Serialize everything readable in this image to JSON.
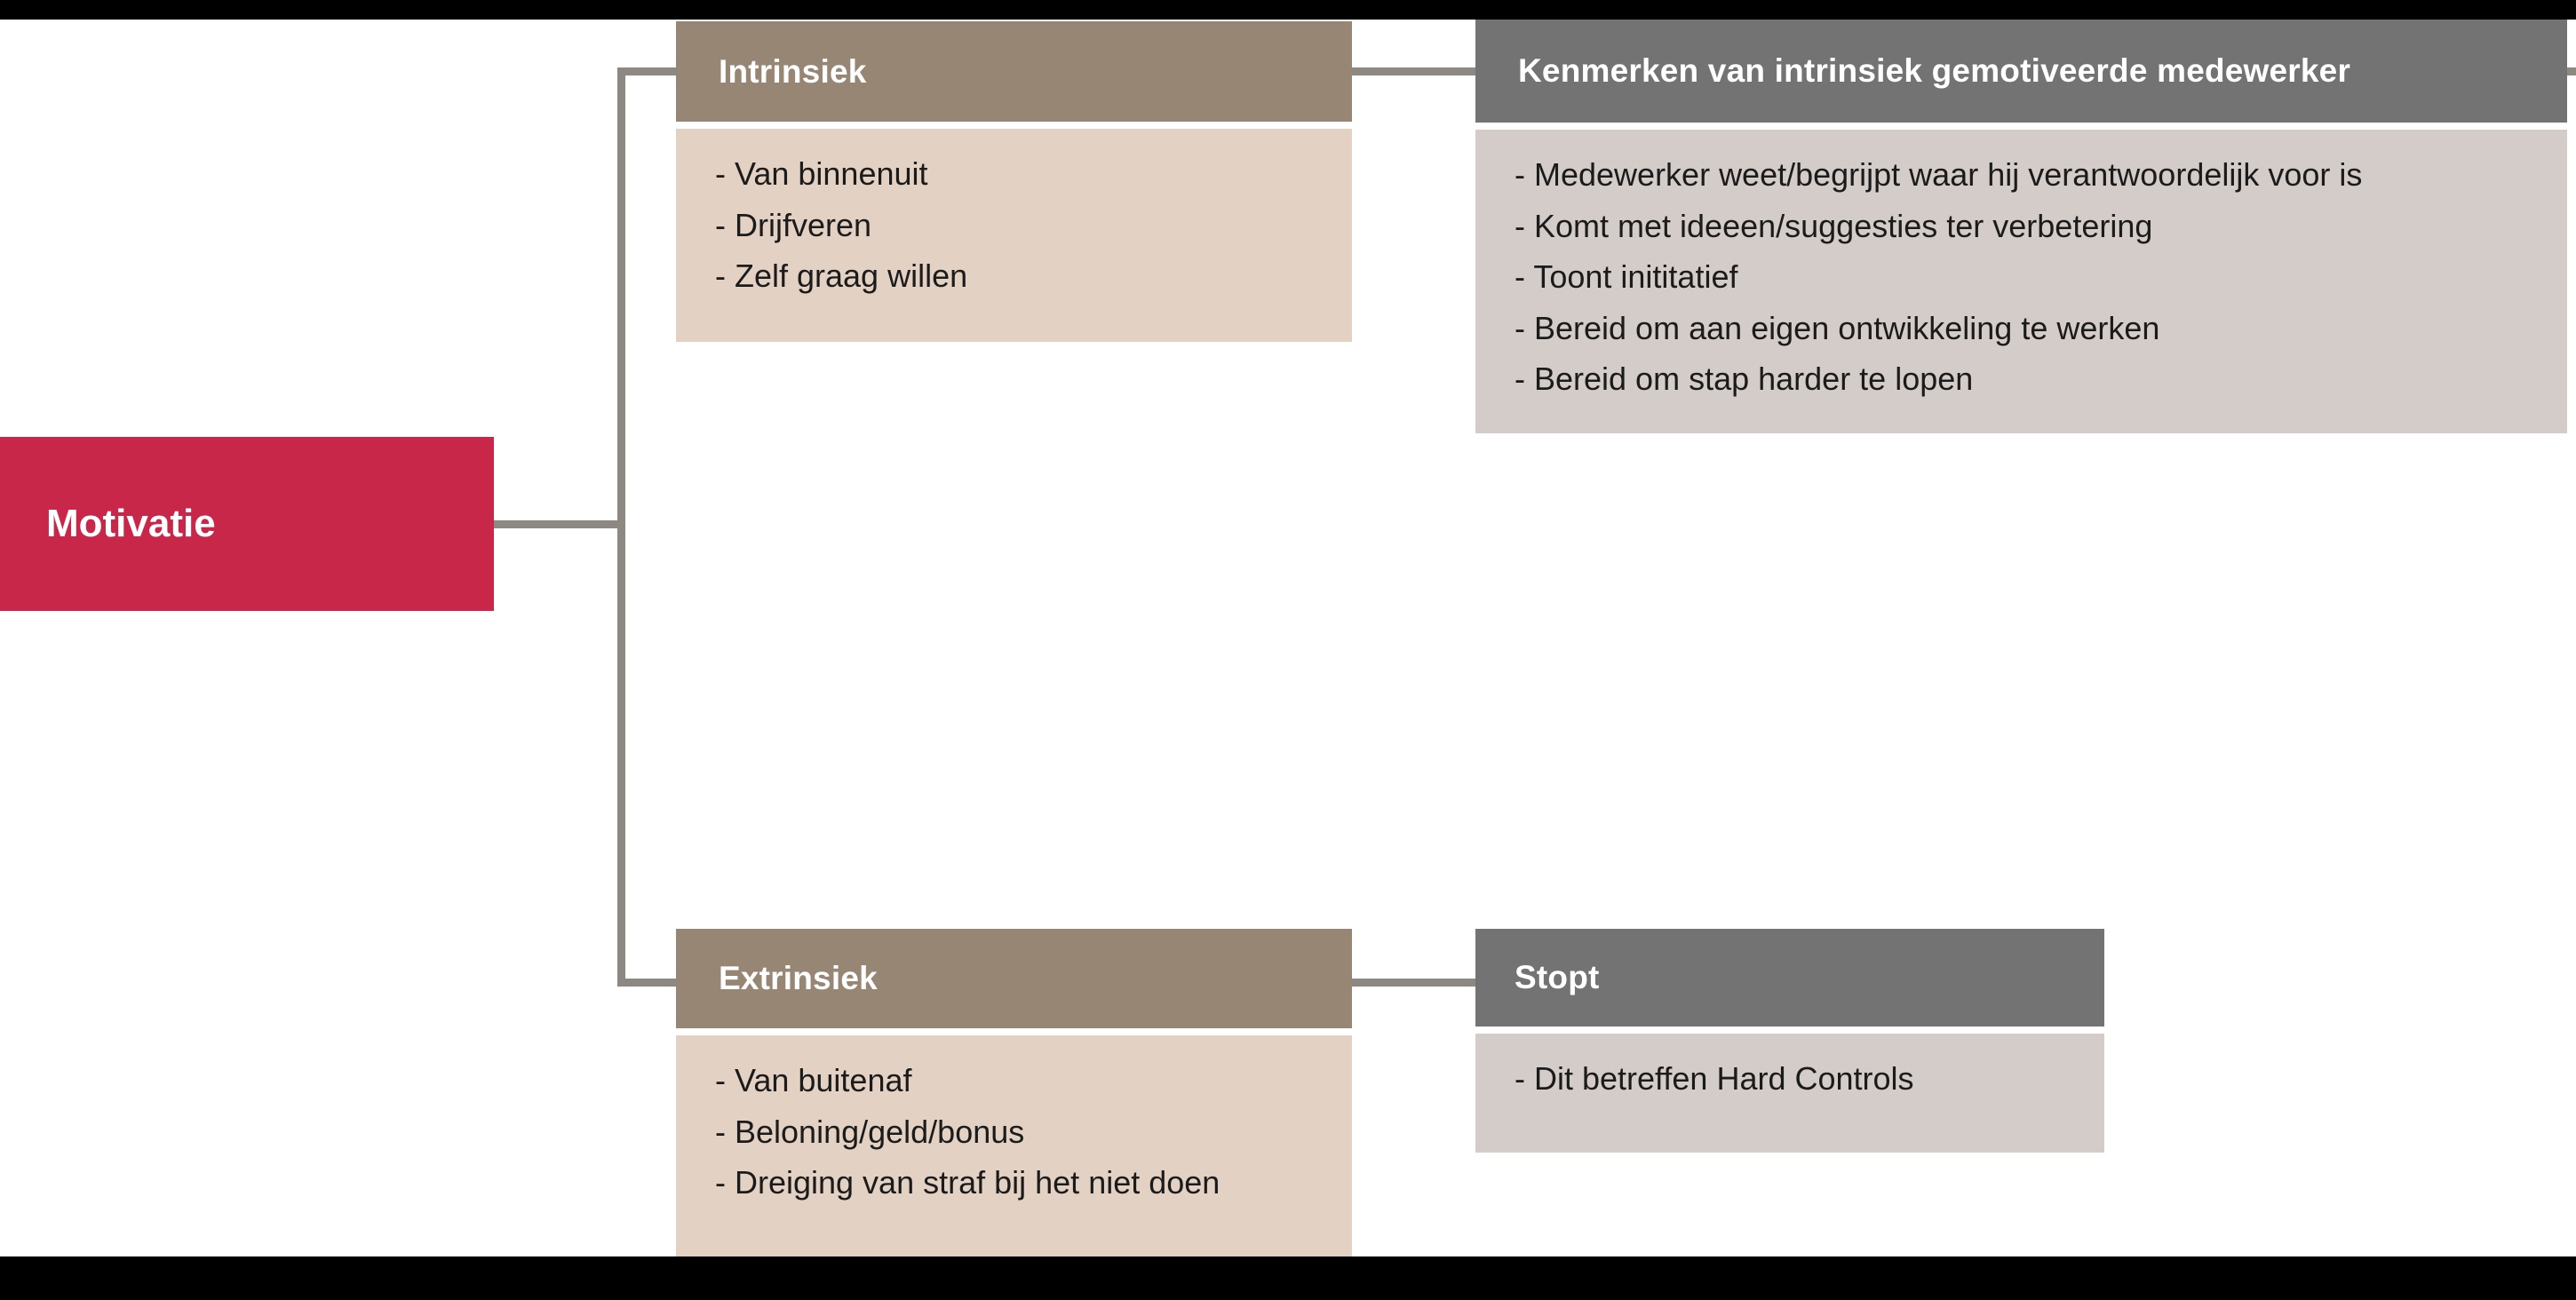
{
  "diagram": {
    "title": "Motivatie",
    "root": {
      "label": "Motivatie",
      "color": "#c9274a"
    },
    "branches": [
      {
        "id": "intrinsiek",
        "header": "Intrinsiek",
        "theme": "tan",
        "header_color": "#988675",
        "body_color": "#e3d2c3",
        "bullets": [
          "- Van binnenuit",
          "- Drijfveren",
          "- Zelf graag willen"
        ],
        "child": {
          "id": "kenmerken",
          "header": "Kenmerken van intrinsiek gemotiveerde medewerker",
          "theme": "gray",
          "header_color": "#737373",
          "body_color": "#d4ccc8",
          "bullets": [
            "- Medewerker weet/begrijpt waar hij verantwoordelijk voor is",
            "- Komt met ideeen/suggesties ter verbetering",
            "- Toont inititatief",
            "- Bereid om aan eigen ontwikkeling te werken",
            "- Bereid om stap harder te lopen"
          ]
        }
      },
      {
        "id": "extrinsiek",
        "header": "Extrinsiek",
        "theme": "tan",
        "header_color": "#988675",
        "body_color": "#e3d2c3",
        "bullets": [
          "- Van buitenaf",
          "- Beloning/geld/bonus",
          "- Dreiging van straf bij het niet doen"
        ],
        "child": {
          "id": "stopt",
          "header": "Stopt",
          "theme": "gray",
          "header_color": "#737373",
          "body_color": "#d4ccc8",
          "bullets": [
            "- Dit betreffen Hard Controls"
          ]
        }
      }
    ],
    "connector_color": "#8e8882",
    "letterbox_color": "#000000",
    "surface_color": "#ffffff"
  }
}
